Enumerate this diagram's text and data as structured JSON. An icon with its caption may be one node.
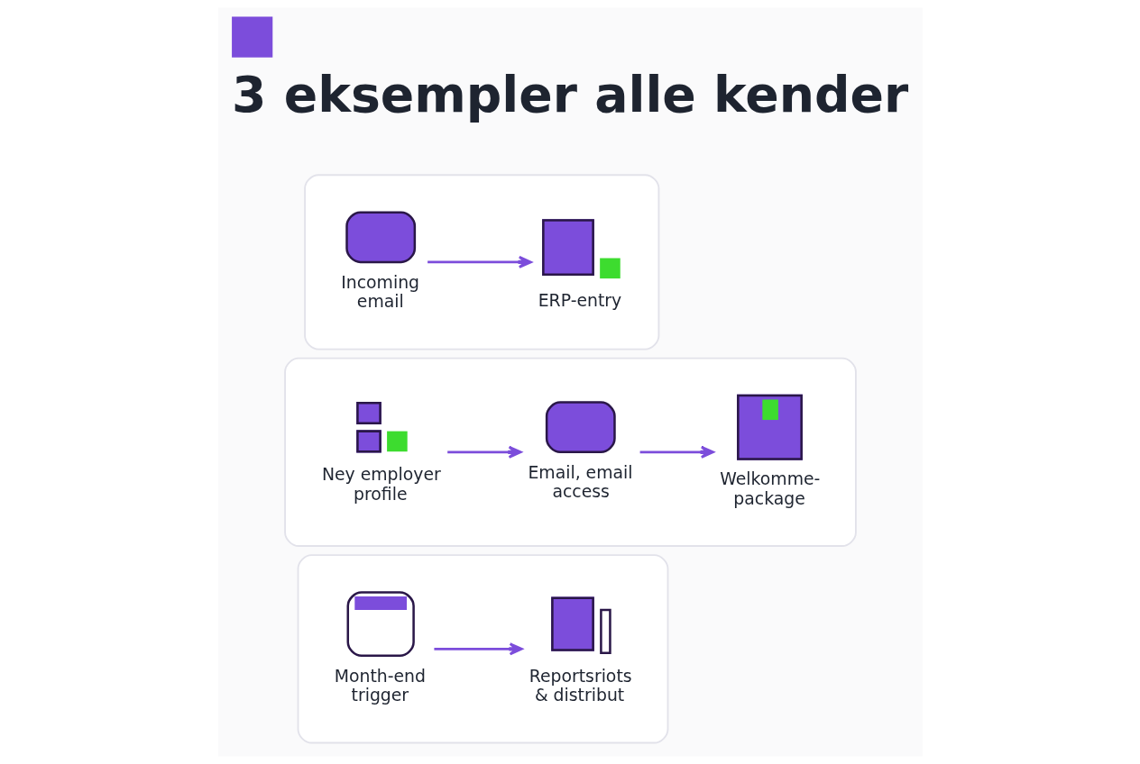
{
  "diagram": {
    "title": "3 eksempler alle kender",
    "nodes": [
      {
        "text": [],
        "shape": "box"
      },
      {
        "text": [
          "Incoming email"
        ],
        "in": 0
      },
      {
        "text": [
          "ERP-entry"
        ],
        "in": 0
      },
      {
        "text": [],
        "shape": "box"
      },
      {
        "text": [
          "Ney employer profile"
        ],
        "in": 3
      },
      {
        "text": [
          "Email, email access"
        ],
        "in": 3
      },
      {
        "text": [
          "Welkomme-package"
        ],
        "in": 3
      },
      {
        "text": [],
        "shape": "box"
      },
      {
        "text": [
          "Month-end trigger"
        ],
        "in": 7
      },
      {
        "text": [
          "Reportsriots & distribut"
        ],
        "in": 7
      }
    ],
    "edges": [
      {
        "from": 1,
        "to": 2,
        "arrow": "to"
      },
      {
        "from": 4,
        "to": 5,
        "arrow": "to"
      },
      {
        "from": 5,
        "to": 6,
        "arrow": "to"
      },
      {
        "from": 8,
        "to": 9,
        "arrow": "to"
      }
    ]
  }
}
